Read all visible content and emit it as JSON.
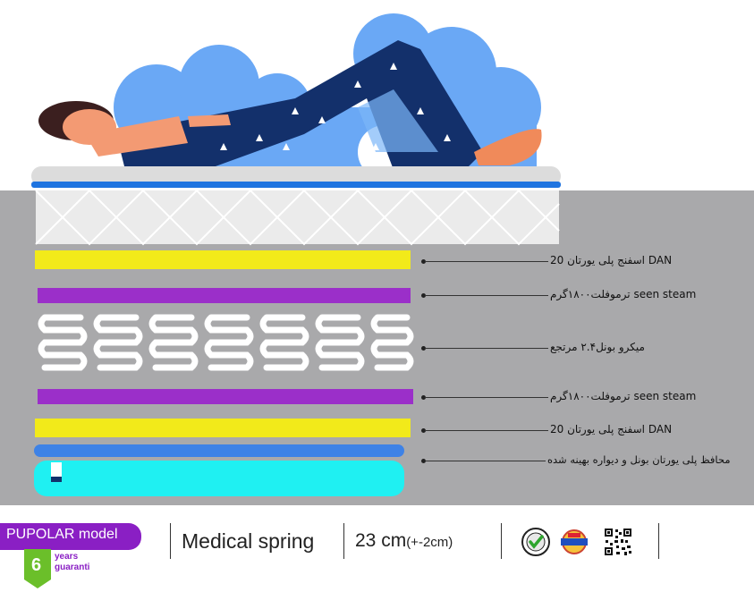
{
  "layers": [
    {
      "id": "foam-top",
      "label": "اسفنج پلی یورتان 20 DAN",
      "color": "#f2ea1a"
    },
    {
      "id": "felt-top",
      "label": "ترموفلت۱۸۰۰گرم seen steam",
      "color": "#9b2fc9"
    },
    {
      "id": "springs",
      "label": "میکرو بونل۲.۴ مرتجع",
      "color": "#ffffff"
    },
    {
      "id": "felt-bottom",
      "label": "ترموفلت۱۸۰۰گرم seen steam",
      "color": "#9b2fc9"
    },
    {
      "id": "foam-bottom",
      "label": "اسفنج پلی یورتان 20 DAN",
      "color": "#f2ea1a"
    },
    {
      "id": "protector",
      "label": "محافظ پلی یورتان بونل و دیواره بهینه شده",
      "color": "#1ff0f2"
    }
  ],
  "footer": {
    "model_badge": "PUPOLAR model",
    "guarantee_number": "6",
    "guarantee_line1": "years",
    "guarantee_line2": "guaranti",
    "product_name": "Medical spring",
    "height_main": "23 cm",
    "height_tolerance": "(+-2cm)"
  },
  "colors": {
    "accent_purple": "#8a1fc4",
    "guarantee_green": "#6bbf2a",
    "cloud_blue": "#6aa8f5",
    "pajama_navy": "#13306b",
    "panel_gray": "#a9a9ab"
  },
  "icons": [
    "person-sleeping-illustration",
    "cloud-icon",
    "approved-seal-icon",
    "satisfaction-100-icon",
    "qr-code-icon"
  ]
}
